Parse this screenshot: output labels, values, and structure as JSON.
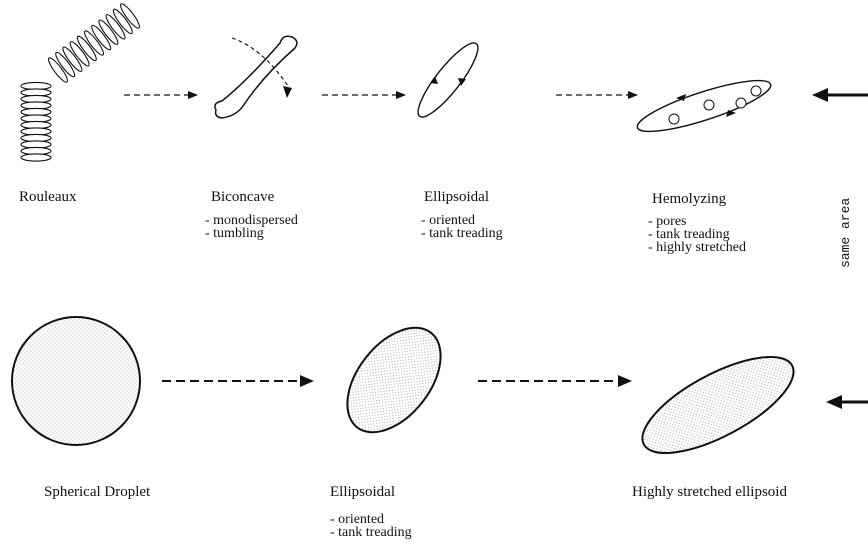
{
  "top_row": {
    "stages": [
      {
        "name": "Rouleaux",
        "notes": []
      },
      {
        "name": "Biconcave",
        "notes": [
          "- monodispersed",
          "- tumbling"
        ]
      },
      {
        "name": "Ellipsoidal",
        "notes": [
          "- oriented",
          "- tank treading"
        ]
      },
      {
        "name": "Hemolyzing",
        "notes": [
          "- pores",
          "- tank treading",
          "- highly stretched"
        ]
      }
    ]
  },
  "bottom_row": {
    "stages": [
      {
        "name": "Spherical Droplet",
        "notes": []
      },
      {
        "name": "Ellipsoidal",
        "notes": [
          "- oriented",
          "- tank treading"
        ]
      },
      {
        "name": "Highly stretched ellipsoid",
        "notes": []
      }
    ]
  },
  "side_note": "same area",
  "icons": [
    "rouleaux-stack-icon",
    "biconcave-cell-icon",
    "rotation-arrow-icon",
    "ellipsoid-outline-icon",
    "hemolyzing-cell-icon",
    "droplet-circle-icon",
    "droplet-ellipse-icon",
    "stretched-droplet-icon",
    "dashed-arrow-icon",
    "solid-arrow-icon"
  ],
  "colors": {
    "ink": "#111111",
    "stipple": "#9a9a9a"
  }
}
